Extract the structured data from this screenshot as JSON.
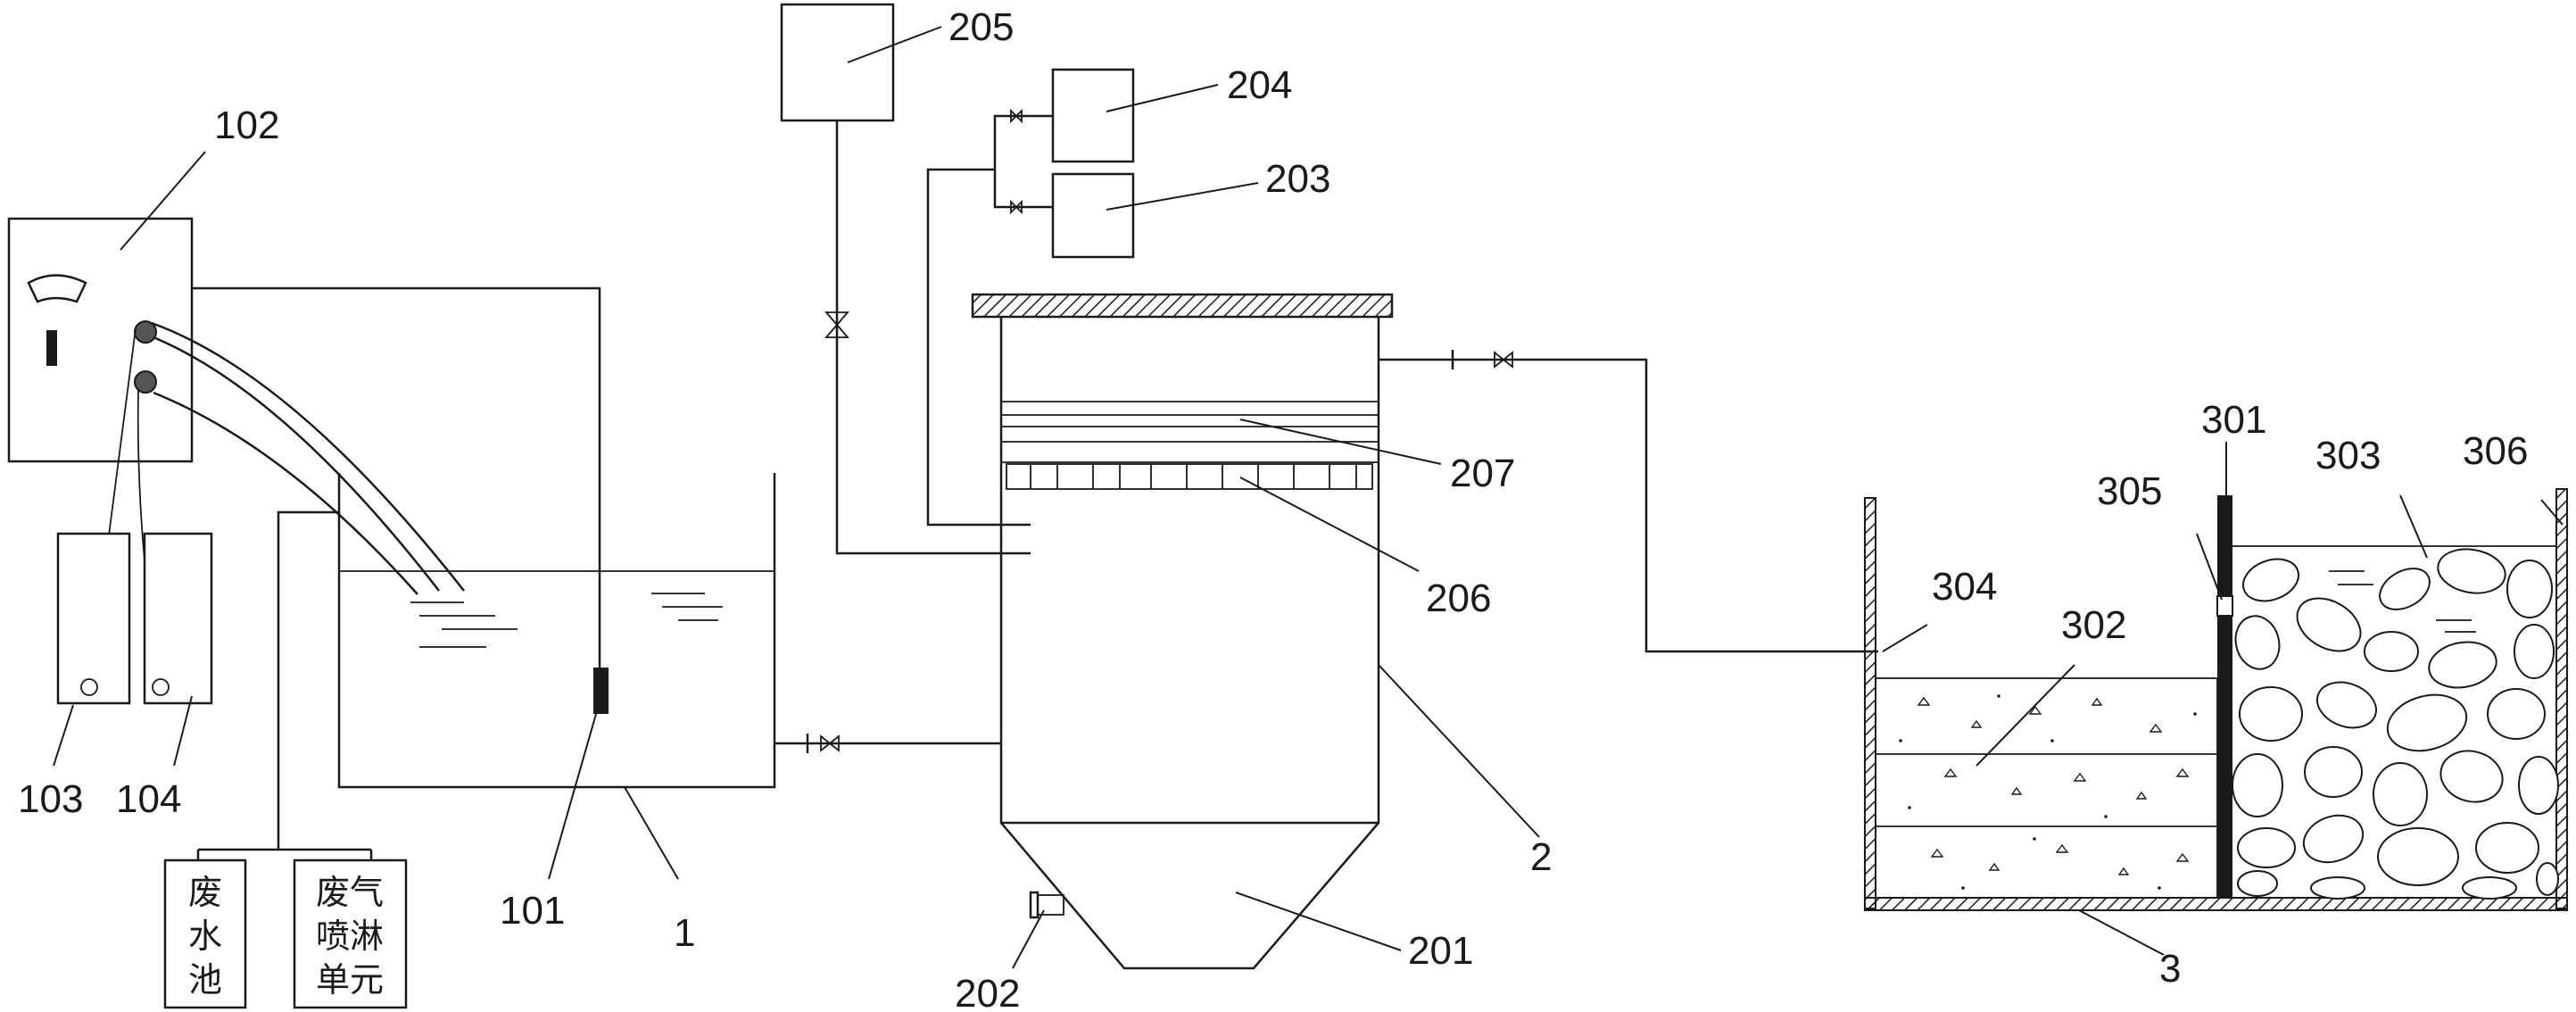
{
  "labels": {
    "l101": "101",
    "l102": "102",
    "l103": "103",
    "l104": "104",
    "l1": "1",
    "l205": "205",
    "l204": "204",
    "l203": "203",
    "l207": "207",
    "l206": "206",
    "l2": "2",
    "l201": "201",
    "l202": "202",
    "l301": "301",
    "l305": "305",
    "l303": "303",
    "l306": "306",
    "l304": "304",
    "l302": "302",
    "l3": "3"
  },
  "boxes": {
    "wastewater_pool": [
      "废",
      "水",
      "池"
    ],
    "spray_unit": [
      "废气",
      "喷淋",
      "单元"
    ]
  },
  "colors": {
    "line": "#1a1a1a",
    "background": "#ffffff"
  }
}
